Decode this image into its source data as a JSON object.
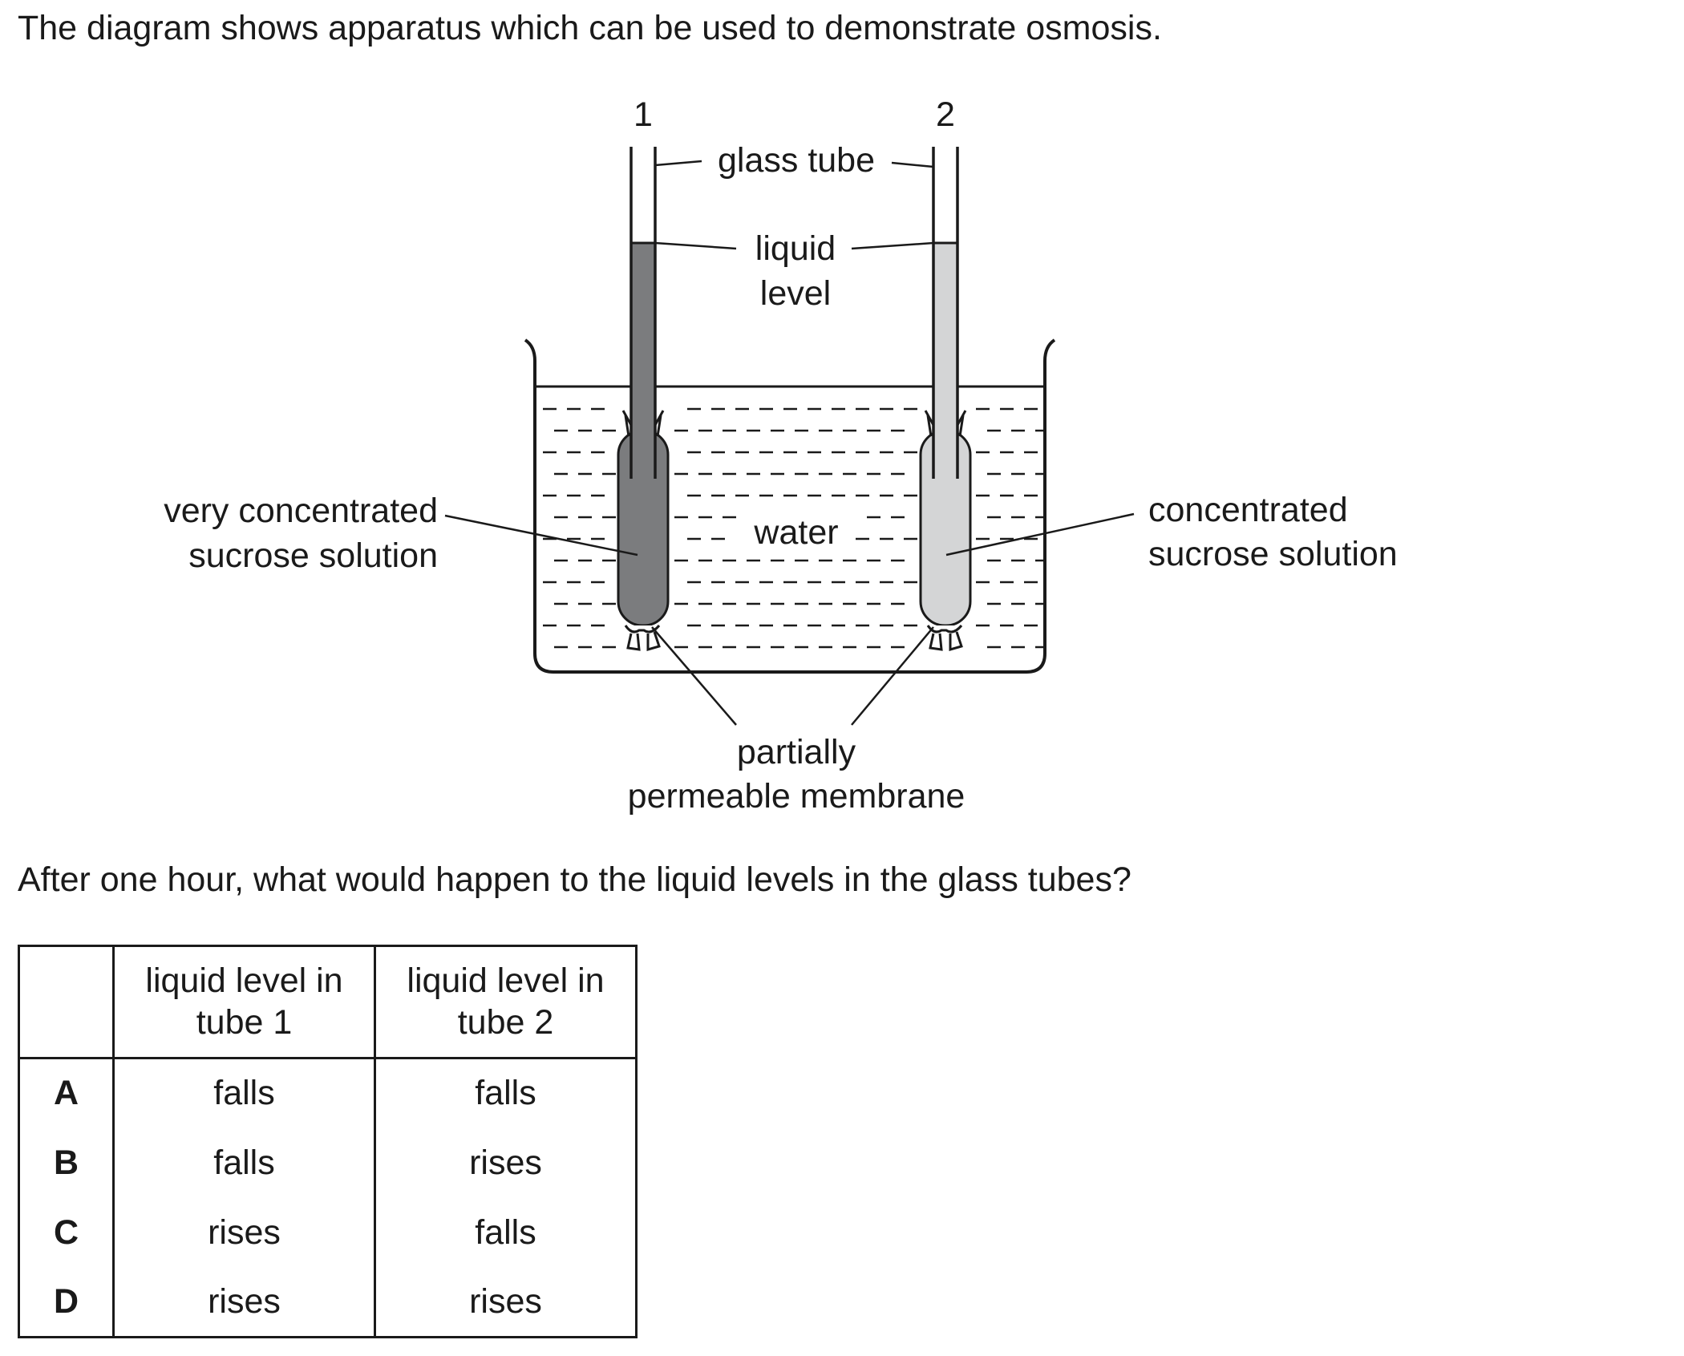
{
  "intro": "The diagram shows apparatus which can be used to demonstrate osmosis.",
  "diagram": {
    "tube_numbers": [
      "1",
      "2"
    ],
    "labels": {
      "glass_tube": "glass tube",
      "liquid_level": [
        "liquid",
        "level"
      ],
      "water": "water",
      "left_solution": [
        "very concentrated",
        "sucrose solution"
      ],
      "right_solution": [
        "concentrated",
        "sucrose solution"
      ],
      "membrane": [
        "partially",
        "permeable membrane"
      ]
    },
    "colors": {
      "very_concentrated_fill": "#7b7c7e",
      "concentrated_fill": "#d4d5d6",
      "line": "#1a1a1a"
    }
  },
  "question": "After one hour, what would happen to the liquid levels in the glass tubes?",
  "table": {
    "headers": [
      "",
      "liquid level in tube 1",
      "liquid level in tube 2"
    ],
    "rows": [
      {
        "option": "A",
        "tube1": "falls",
        "tube2": "falls"
      },
      {
        "option": "B",
        "tube1": "falls",
        "tube2": "rises"
      },
      {
        "option": "C",
        "tube1": "rises",
        "tube2": "falls"
      },
      {
        "option": "D",
        "tube1": "rises",
        "tube2": "rises"
      }
    ]
  }
}
